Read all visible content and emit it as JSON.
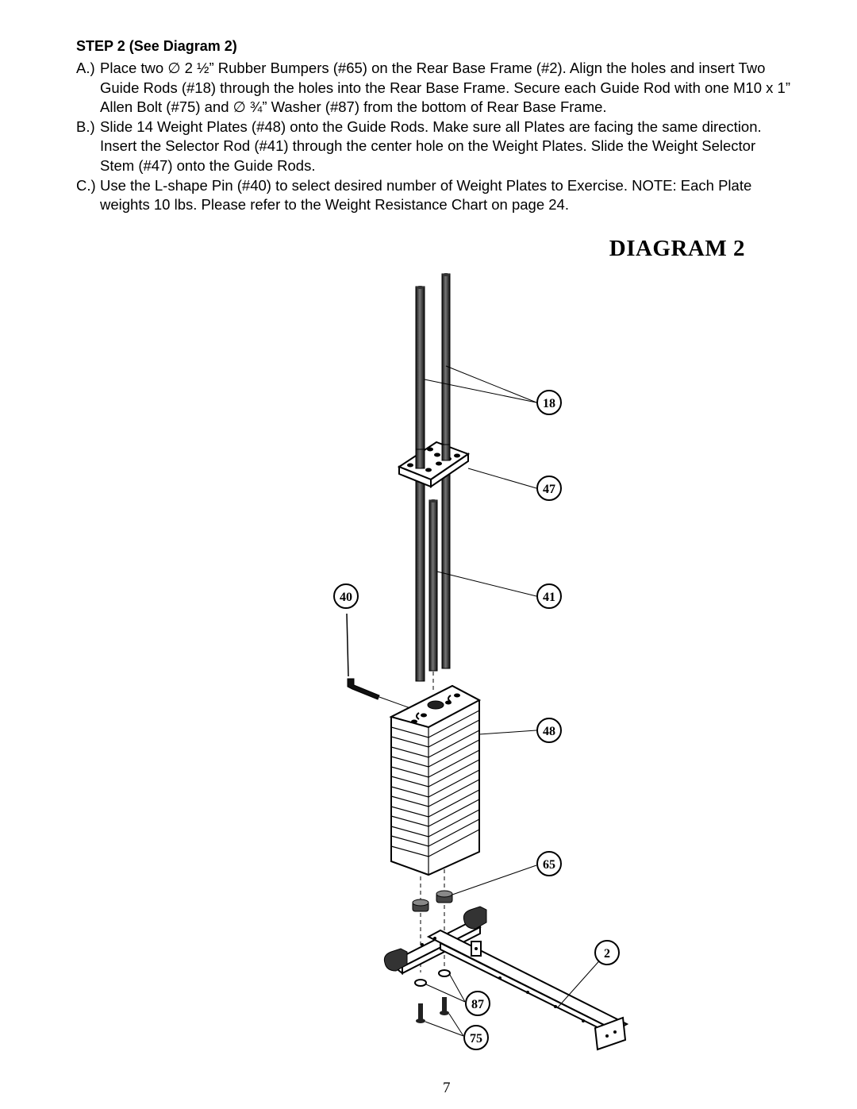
{
  "step": {
    "title": "STEP 2    (See Diagram 2)"
  },
  "instructions": [
    {
      "marker": "A.)",
      "text": "Place two ∅ 2 ½” Rubber Bumpers (#65) on the Rear Base Frame (#2). Align the holes and insert Two Guide Rods (#18) through the holes into the Rear Base Frame. Secure each Guide Rod with one M10 x 1” Allen Bolt (#75) and ∅ ¾” Washer (#87) from the bottom of Rear Base Frame."
    },
    {
      "marker": "B.)",
      "text": "Slide 14 Weight Plates (#48) onto the Guide Rods. Make sure all Plates are facing the same direction.  Insert the Selector Rod (#41) through the center hole on the Weight Plates. Slide the Weight Selector Stem (#47) onto the Guide Rods."
    },
    {
      "marker": "C.)",
      "text": "Use the L-shape Pin (#40) to select desired number of Weight Plates to Exercise. NOTE: Each Plate weights 10 lbs. Please refer to the Weight Resistance Chart on page 24."
    }
  ],
  "diagram": {
    "title": "DIAGRAM 2",
    "callouts": {
      "c18": "18",
      "c47": "47",
      "c41": "41",
      "c40": "40",
      "c48": "48",
      "c65": "65",
      "c2": "2",
      "c87": "87",
      "c75": "75"
    }
  },
  "page_number": "7"
}
